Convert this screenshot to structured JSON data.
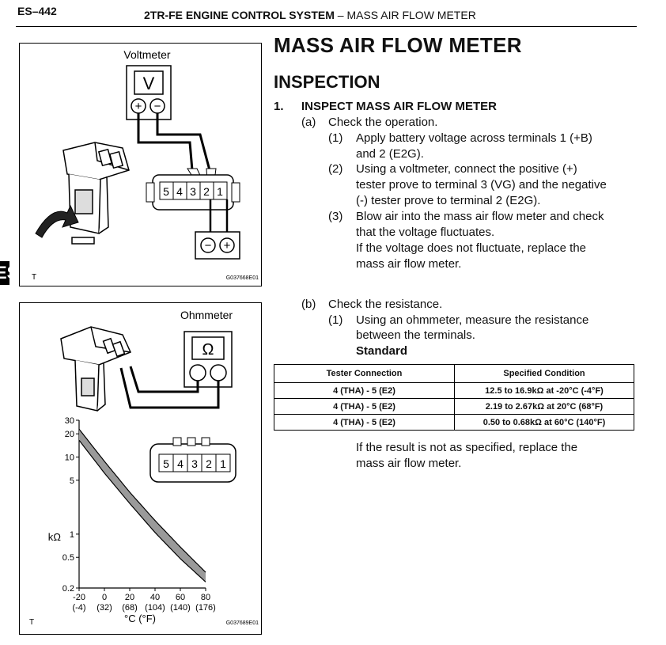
{
  "header": {
    "page_number": "ES–442",
    "system": "2TR-FE ENGINE CONTROL SYSTEM",
    "separator": "–",
    "section": "MASS AIR FLOW METER"
  },
  "side_tab": "ES",
  "title": "MASS AIR FLOW METER",
  "subtitle": "INSPECTION",
  "procedure": {
    "step_num": "1.",
    "step_title": "INSPECT MASS AIR FLOW METER",
    "a_label": "(a)",
    "a_text": "Check the operation.",
    "a1_label": "(1)",
    "a1_line1": "Apply battery voltage across terminals 1 (+B)",
    "a1_line2": "and 2 (E2G).",
    "a2_label": "(2)",
    "a2_line1": "Using a voltmeter, connect the positive (+)",
    "a2_line2": "tester prove to terminal 3 (VG) and the negative",
    "a2_line3": "(-) tester prove to terminal 2 (E2G).",
    "a3_label": "(3)",
    "a3_line1": "Blow air into the mass air flow meter and check",
    "a3_line2": "that the voltage fluctuates.",
    "a3_line3": "If the voltage does not fluctuate, replace the",
    "a3_line4": "mass air flow meter.",
    "b_label": "(b)",
    "b_text": "Check the resistance.",
    "b1_label": "(1)",
    "b1_line1": "Using an ohmmeter, measure the resistance",
    "b1_line2": "between the terminals.",
    "standard": "Standard",
    "result_line1": "If the result is not as specified, replace the",
    "result_line2": "mass air flow meter."
  },
  "table": {
    "headers": [
      "Tester Connection",
      "Specified Condition"
    ],
    "rows": [
      [
        "4 (THA) - 5 (E2)",
        "12.5 to 16.9kΩ at -20°C (-4°F)"
      ],
      [
        "4 (THA) - 5 (E2)",
        "2.19 to 2.67kΩ at 20°C (68°F)"
      ],
      [
        "4 (THA) - 5 (E2)",
        "0.50 to 0.68kΩ at 60°C (140°F)"
      ]
    ]
  },
  "figure1": {
    "meter_label": "Voltmeter",
    "meter_symbol": "V",
    "plus": "+",
    "minus": "−",
    "terminals": [
      "5",
      "4",
      "3",
      "2",
      "1"
    ],
    "corner_mark": "T",
    "figure_code": "G037668E01"
  },
  "figure2": {
    "meter_label": "Ohmmeter",
    "meter_symbol": "Ω",
    "terminals": [
      "5",
      "4",
      "3",
      "2",
      "1"
    ],
    "corner_mark": "T",
    "figure_code": "G037689E01",
    "chart_data": {
      "type": "area",
      "xlabel": "°C (°F)",
      "ylabel": "kΩ",
      "x_ticks": [
        "-20",
        "0",
        "20",
        "40",
        "60",
        "80"
      ],
      "x_ticks_f": [
        "(-4)",
        "(32)",
        "(68)",
        "(104)",
        "(140)",
        "(176)"
      ],
      "y_ticks": [
        "30",
        "20",
        "10",
        "5",
        "1",
        "0.5",
        "0.2"
      ],
      "y_values": [
        30,
        20,
        10,
        5,
        1,
        0.5,
        0.2
      ],
      "xlim": [
        -20,
        80
      ],
      "ylim": [
        0.2,
        30
      ],
      "y_scale": "log",
      "series": [
        {
          "x": [
            -20,
            0,
            20,
            40,
            60,
            80
          ],
          "y": [
            23,
            8.8,
            3.5,
            1.5,
            0.68,
            0.32
          ]
        },
        {
          "x": [
            -20,
            0,
            20,
            40,
            60,
            80
          ],
          "y": [
            16.5,
            6.2,
            2.5,
            1.05,
            0.48,
            0.24
          ]
        }
      ]
    }
  }
}
